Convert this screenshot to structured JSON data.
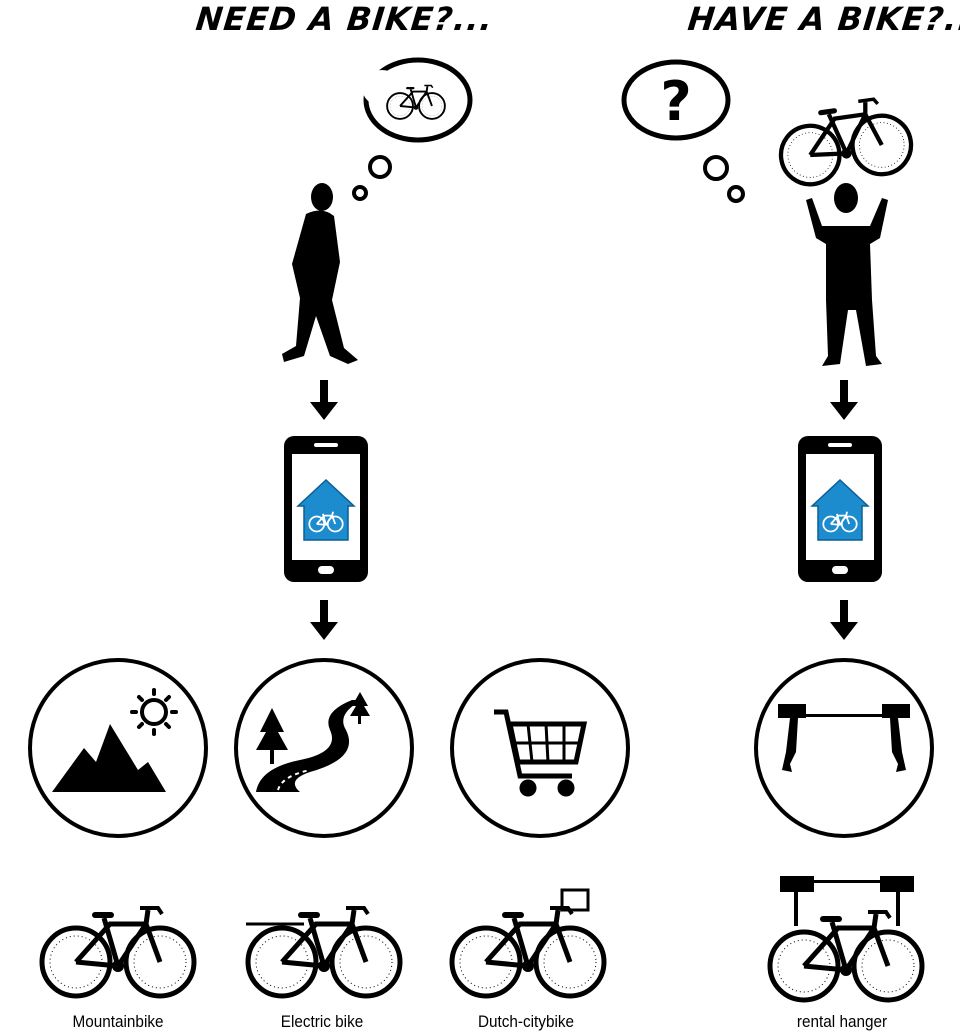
{
  "left": {
    "heading": "NEED A BIKE?...",
    "thought_icon": "bicycle-icon",
    "figure_icon": "walking-person-icon",
    "phone_app_icon": "bike-house-app-icon",
    "options": [
      {
        "icon": "mountain-sun-icon",
        "bike_icon": "mountainbike-icon",
        "caption": "Mountainbike"
      },
      {
        "icon": "winding-road-trees-icon",
        "bike_icon": "electric-bike-icon",
        "caption": "Electric bike"
      },
      {
        "icon": "shopping-cart-icon",
        "bike_icon": "dutch-citybike-icon",
        "caption": "Dutch-citybike"
      }
    ]
  },
  "right": {
    "heading": "HAVE A BIKE?...",
    "thought_icon": "question-mark-icon",
    "figure_icon": "person-lifting-bike-icon",
    "phone_app_icon": "bike-house-app-icon",
    "option": {
      "icon": "ceiling-hanger-icon",
      "bike_icon": "hanging-bike-icon",
      "caption": "rental hanger"
    }
  },
  "colors": {
    "app_blue": "#1d8ccf",
    "ink": "#000000",
    "background": "#ffffff"
  }
}
